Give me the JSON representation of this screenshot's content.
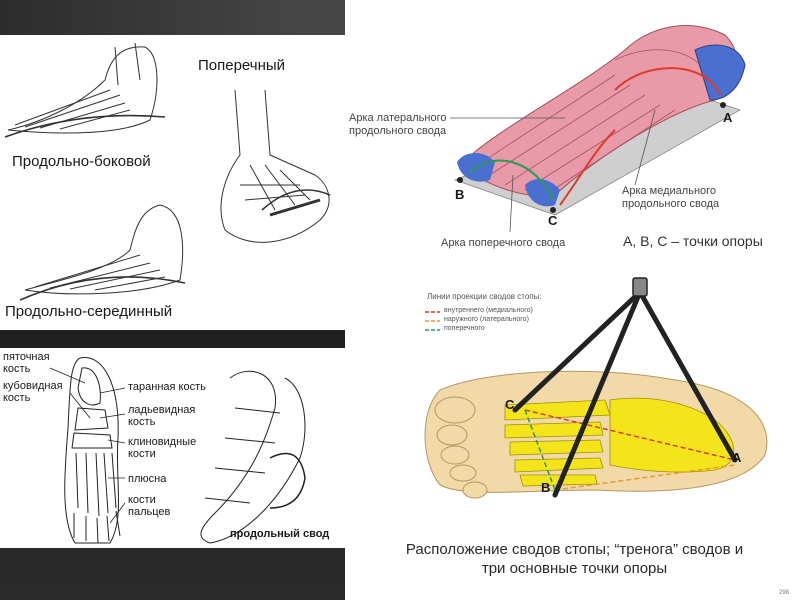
{
  "panel1": {
    "label_longitudinal_lateral": "Продольно-боковой",
    "label_transverse": "Поперечный",
    "label_longitudinal_medial": "Продольно-серединный"
  },
  "panel2": {
    "calcaneus": "пяточная\nкость",
    "cuboid": "кубовидная\nкость",
    "talus": "таранная кость",
    "navicular": "ладьевидная\nкость",
    "cuneiform": "клиновидные\nкости",
    "metatarsus": "плюсна",
    "phalanges": "кости\nпальцев",
    "long_arch": "продольный свод"
  },
  "panel3": {
    "lateral_arch": "Арка латерального\nпродольного свода",
    "medial_arch": "Арка медиального\nпродольного свода",
    "transverse_arch": "Арка поперечного свода",
    "point_a": "A",
    "point_b": "B",
    "point_c": "C",
    "support_points": "А, В, С – точки опоры"
  },
  "panel4": {
    "legend_title": "Линии проекции сводов стопы:",
    "legend_items": [
      {
        "label": "внутреннего (медиального)",
        "color": "#e03a2a"
      },
      {
        "label": "наружного (латерального)",
        "color": "#e8963c"
      },
      {
        "label": "поперечного",
        "color": "#2a9a5a"
      }
    ],
    "point_a": "A",
    "point_b": "B",
    "point_c": "C",
    "caption": "Расположение сводов стопы; “тренога” сводов и\nтри основные точки опоры"
  },
  "page_number": "298",
  "colors": {
    "bone_pink": "#e89aa8",
    "bone_blue": "#4a6fd0",
    "bone_yellow": "#f4e51a",
    "skin": "#f1d9a8"
  }
}
